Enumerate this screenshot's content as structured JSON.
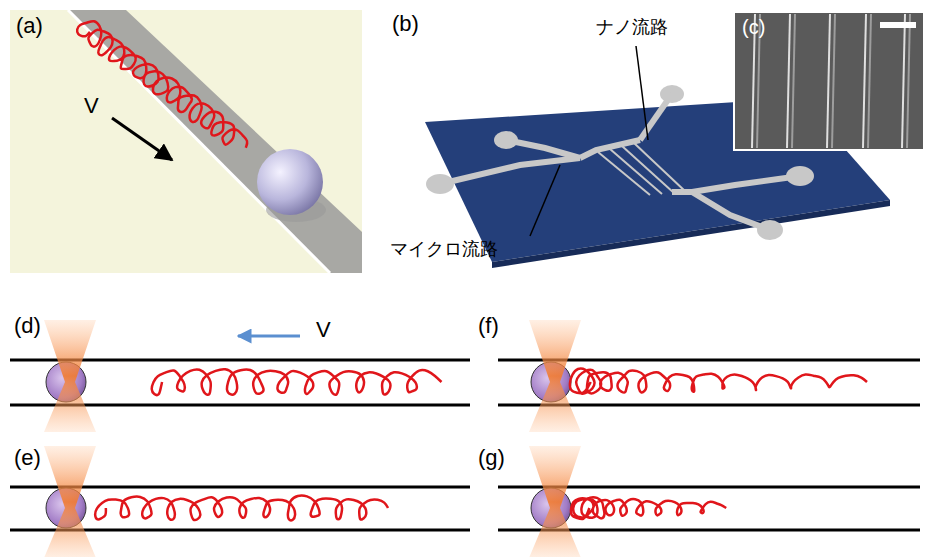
{
  "diagram": {
    "labels": [
      "(a)",
      "V",
      "(b)",
      "ナノ流路",
      "マイクロ流路",
      "(c)",
      "(d)",
      "V",
      "(e)",
      "(f)",
      "(g)"
    ]
  }
}
